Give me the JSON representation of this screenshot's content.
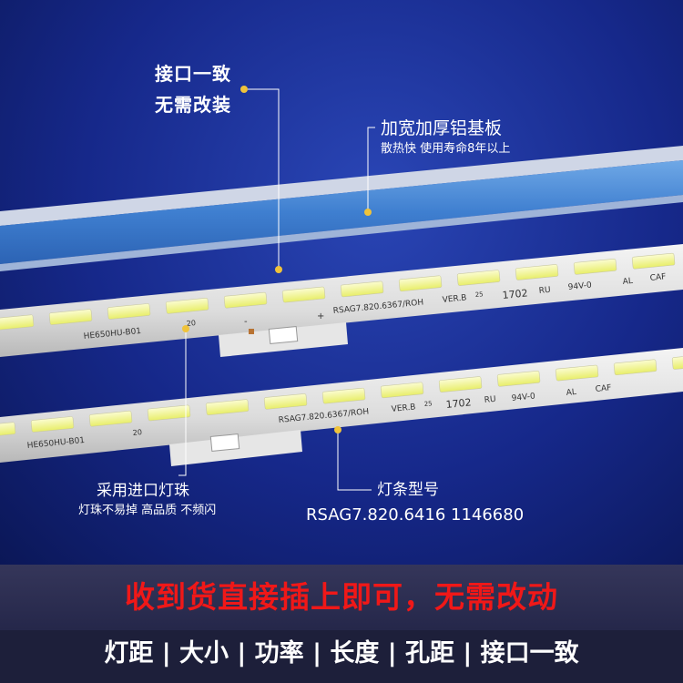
{
  "callouts": {
    "connector": {
      "line1": "接口一致",
      "line2": "无需改装"
    },
    "aluminum": {
      "title": "加宽加厚铝基板",
      "subtitle": "散热快 使用寿命8年以上"
    },
    "led": {
      "title": "采用进口灯珠",
      "subtitle": "灯珠不易掉 高品质 不频闪"
    },
    "model": {
      "title": "灯条型号",
      "value": "RSAG7.820.6416 1146680"
    }
  },
  "strip_print": {
    "part_number": "HE650HU-B01",
    "pcb_code": "RSAG7.820.6367/ROH",
    "version": "VER.B",
    "small_num": "25",
    "date_code": "1702",
    "rating": "94V-0",
    "al": "AL",
    "caf": "CAF",
    "led_index": "20",
    "minus": "-",
    "plus": "+",
    "ul": "RU"
  },
  "banner": {
    "headline": "收到货直接插上即可，无需改动",
    "features": "灯距 | 大小 | 功率 | 长度 | 孔距 | 接口一致"
  },
  "colors": {
    "accent_dot": "#f0c33a",
    "headline_red": "#f01818",
    "background_blue": "#16288a",
    "led_yellow": "#f4f8a0"
  }
}
